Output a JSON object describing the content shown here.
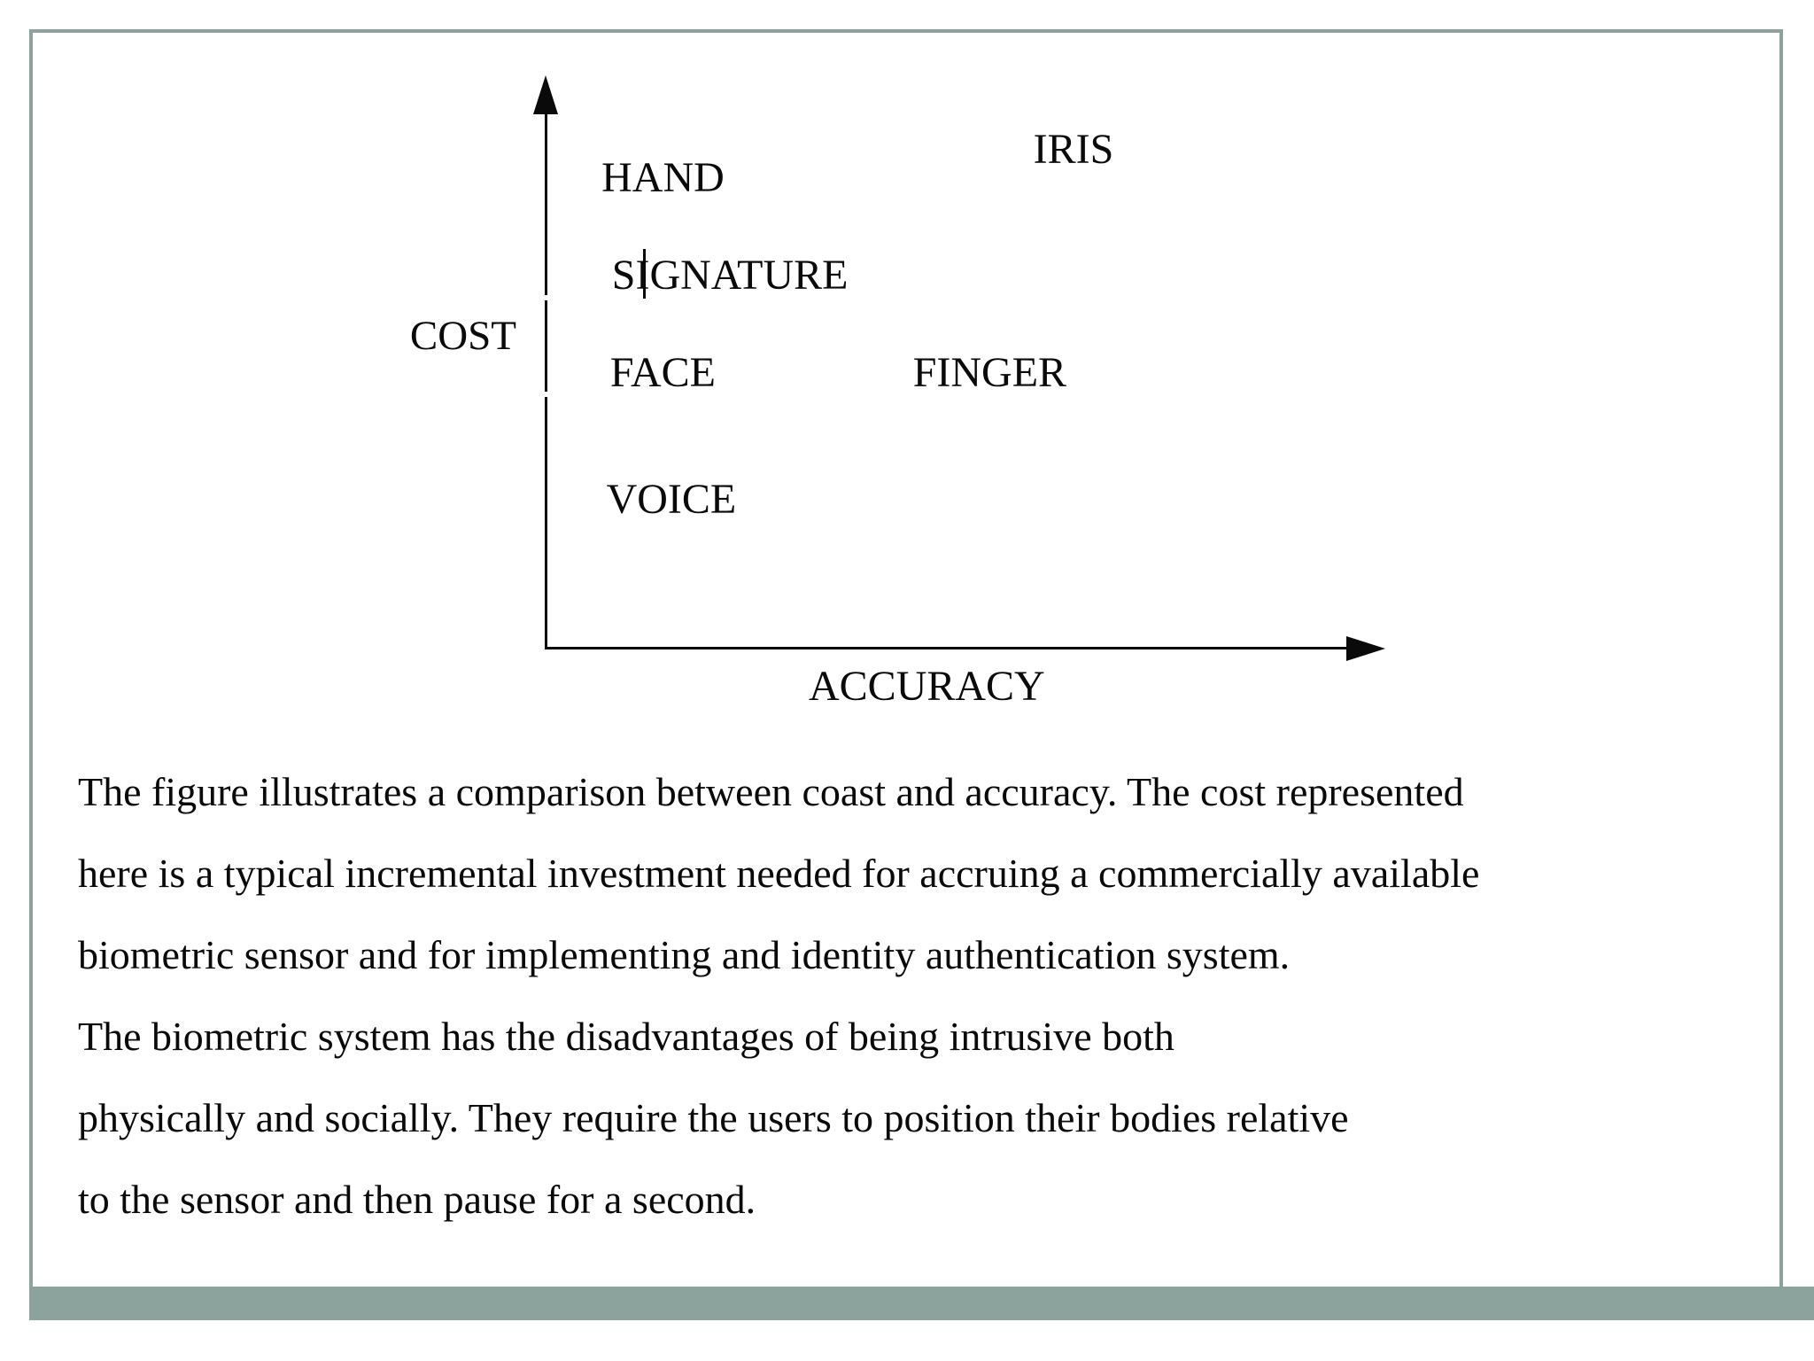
{
  "page": {
    "background": "#ffffff",
    "frame_color": "#8ca39d",
    "accent_bar_color": "#8ca39d",
    "text_color": "#0a0a0a"
  },
  "chart_data": {
    "type": "scatter",
    "title": "",
    "xlabel": "ACCURACY",
    "ylabel": "COST",
    "x_axis": {
      "min": 0,
      "max": 1,
      "ticks": [],
      "arrow": "right"
    },
    "y_axis": {
      "min": 0,
      "max": 1,
      "ticks": [],
      "arrow": "up"
    },
    "grid": false,
    "legend": false,
    "points": [
      {
        "label": "HAND",
        "x": 0.14,
        "y": 0.82
      },
      {
        "label": "SIGNATURE",
        "x": 0.22,
        "y": 0.65
      },
      {
        "label": "IRIS",
        "x": 0.63,
        "y": 0.87
      },
      {
        "label": "FACE",
        "x": 0.14,
        "y": 0.48
      },
      {
        "label": "FINGER",
        "x": 0.53,
        "y": 0.48
      },
      {
        "label": "VOICE",
        "x": 0.15,
        "y": 0.26
      }
    ],
    "annotations": {
      "text_cursor": "I-beam caret visible inside the SIGNATURE label"
    }
  },
  "paragraph": {
    "lines": [
      "The figure illustrates a comparison between coast and accuracy. The cost represented",
      "here is a typical incremental investment needed for accruing a commercially available",
      "biometric sensor and for implementing and identity authentication system.",
      "The biometric system has the disadvantages of being intrusive both",
      "physically and socially. They require the users to position their bodies relative",
      "to the sensor and then pause for a second."
    ]
  }
}
